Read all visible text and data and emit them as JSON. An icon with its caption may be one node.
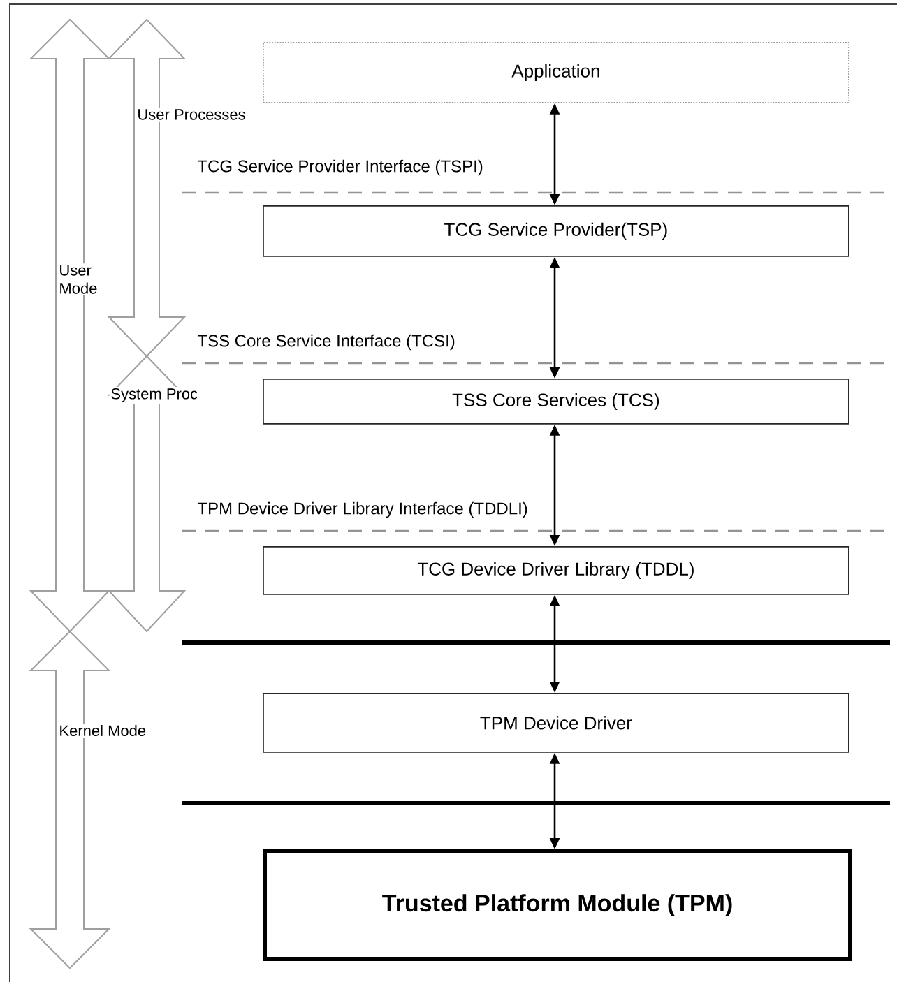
{
  "diagram": {
    "nodes": [
      {
        "text": [
          "Application"
        ]
      },
      {
        "text": [
          "TCG Service Provider(TSP)"
        ]
      },
      {
        "text": [
          "TSS Core Services (TCS)"
        ]
      },
      {
        "text": [
          "TCG Device Driver Library (TDDL)"
        ]
      },
      {
        "text": [
          "TPM Device Driver"
        ]
      },
      {
        "text": [
          "Trusted Platform Module (TPM)"
        ]
      }
    ],
    "edges": [
      {
        "from": 0,
        "to": 1,
        "arrow": "both"
      },
      {
        "from": 1,
        "to": 2,
        "arrow": "both"
      },
      {
        "from": 2,
        "to": 3,
        "arrow": "both"
      },
      {
        "from": 3,
        "to": 4,
        "arrow": "both"
      },
      {
        "from": 4,
        "to": 5,
        "arrow": "both"
      }
    ],
    "labels": [
      "User Processes",
      "TCG Service Provider Interface (TSPI)",
      "User Mode",
      "TSS Core Service Interface (TCSI)",
      "System Proc",
      "TPM Device Driver Library Interface (TDDLI)",
      "Kernel Mode"
    ]
  }
}
